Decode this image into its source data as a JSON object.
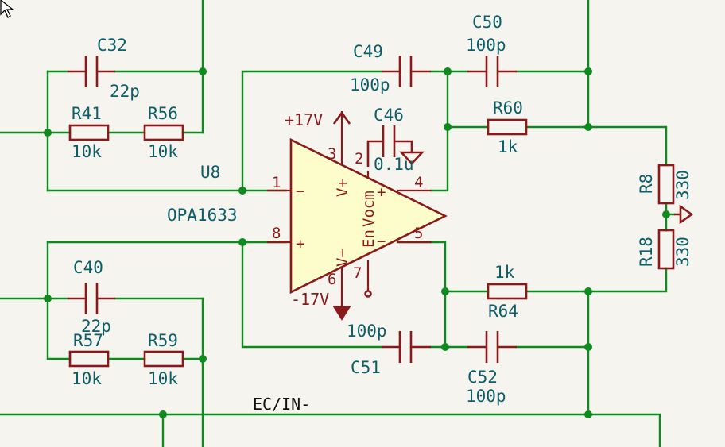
{
  "colors": {
    "background": "#f5f4ef",
    "wire": "#0f8a1e",
    "symbol": "#8a1a1a",
    "symbol_fill": "#fdfdcb",
    "text": "#0d5e67"
  },
  "opamp": {
    "ref": "U8",
    "value": "OPA1633",
    "pins": {
      "p1": "1",
      "p2": "2",
      "p3": "3",
      "p4": "4",
      "p5": "5",
      "p6": "6",
      "p7": "7",
      "p8": "8"
    },
    "sign_inv": "−",
    "sign_noninv": "+",
    "vplus": "V+",
    "vminus": "V−",
    "en": "En",
    "vocm": "Vocm",
    "out_plus": "+",
    "out_minus": "−"
  },
  "power": {
    "pos": "+17V",
    "neg": "-17V"
  },
  "components": {
    "C32": {
      "ref": "C32",
      "value": "22p"
    },
    "R41": {
      "ref": "R41",
      "value": "10k"
    },
    "R56": {
      "ref": "R56",
      "value": "10k"
    },
    "C49": {
      "ref": "C49",
      "value": "100p"
    },
    "C50": {
      "ref": "C50",
      "value": "100p"
    },
    "C46": {
      "ref": "C46",
      "value": "0.1u"
    },
    "R60": {
      "ref": "R60",
      "value": "1k"
    },
    "R8": {
      "ref": "R8",
      "value": "330"
    },
    "R18": {
      "ref": "R18",
      "value": "330"
    },
    "C40": {
      "ref": "C40",
      "value": "22p"
    },
    "R57": {
      "ref": "R57",
      "value": "10k"
    },
    "R59": {
      "ref": "R59",
      "value": "10k"
    },
    "R64": {
      "ref": "R64",
      "value": "1k"
    },
    "C51": {
      "ref": "C51",
      "value": "100p"
    },
    "C52": {
      "ref": "C52",
      "value": "100p"
    }
  },
  "nets": {
    "ec_in_minus": "EC/IN-"
  }
}
